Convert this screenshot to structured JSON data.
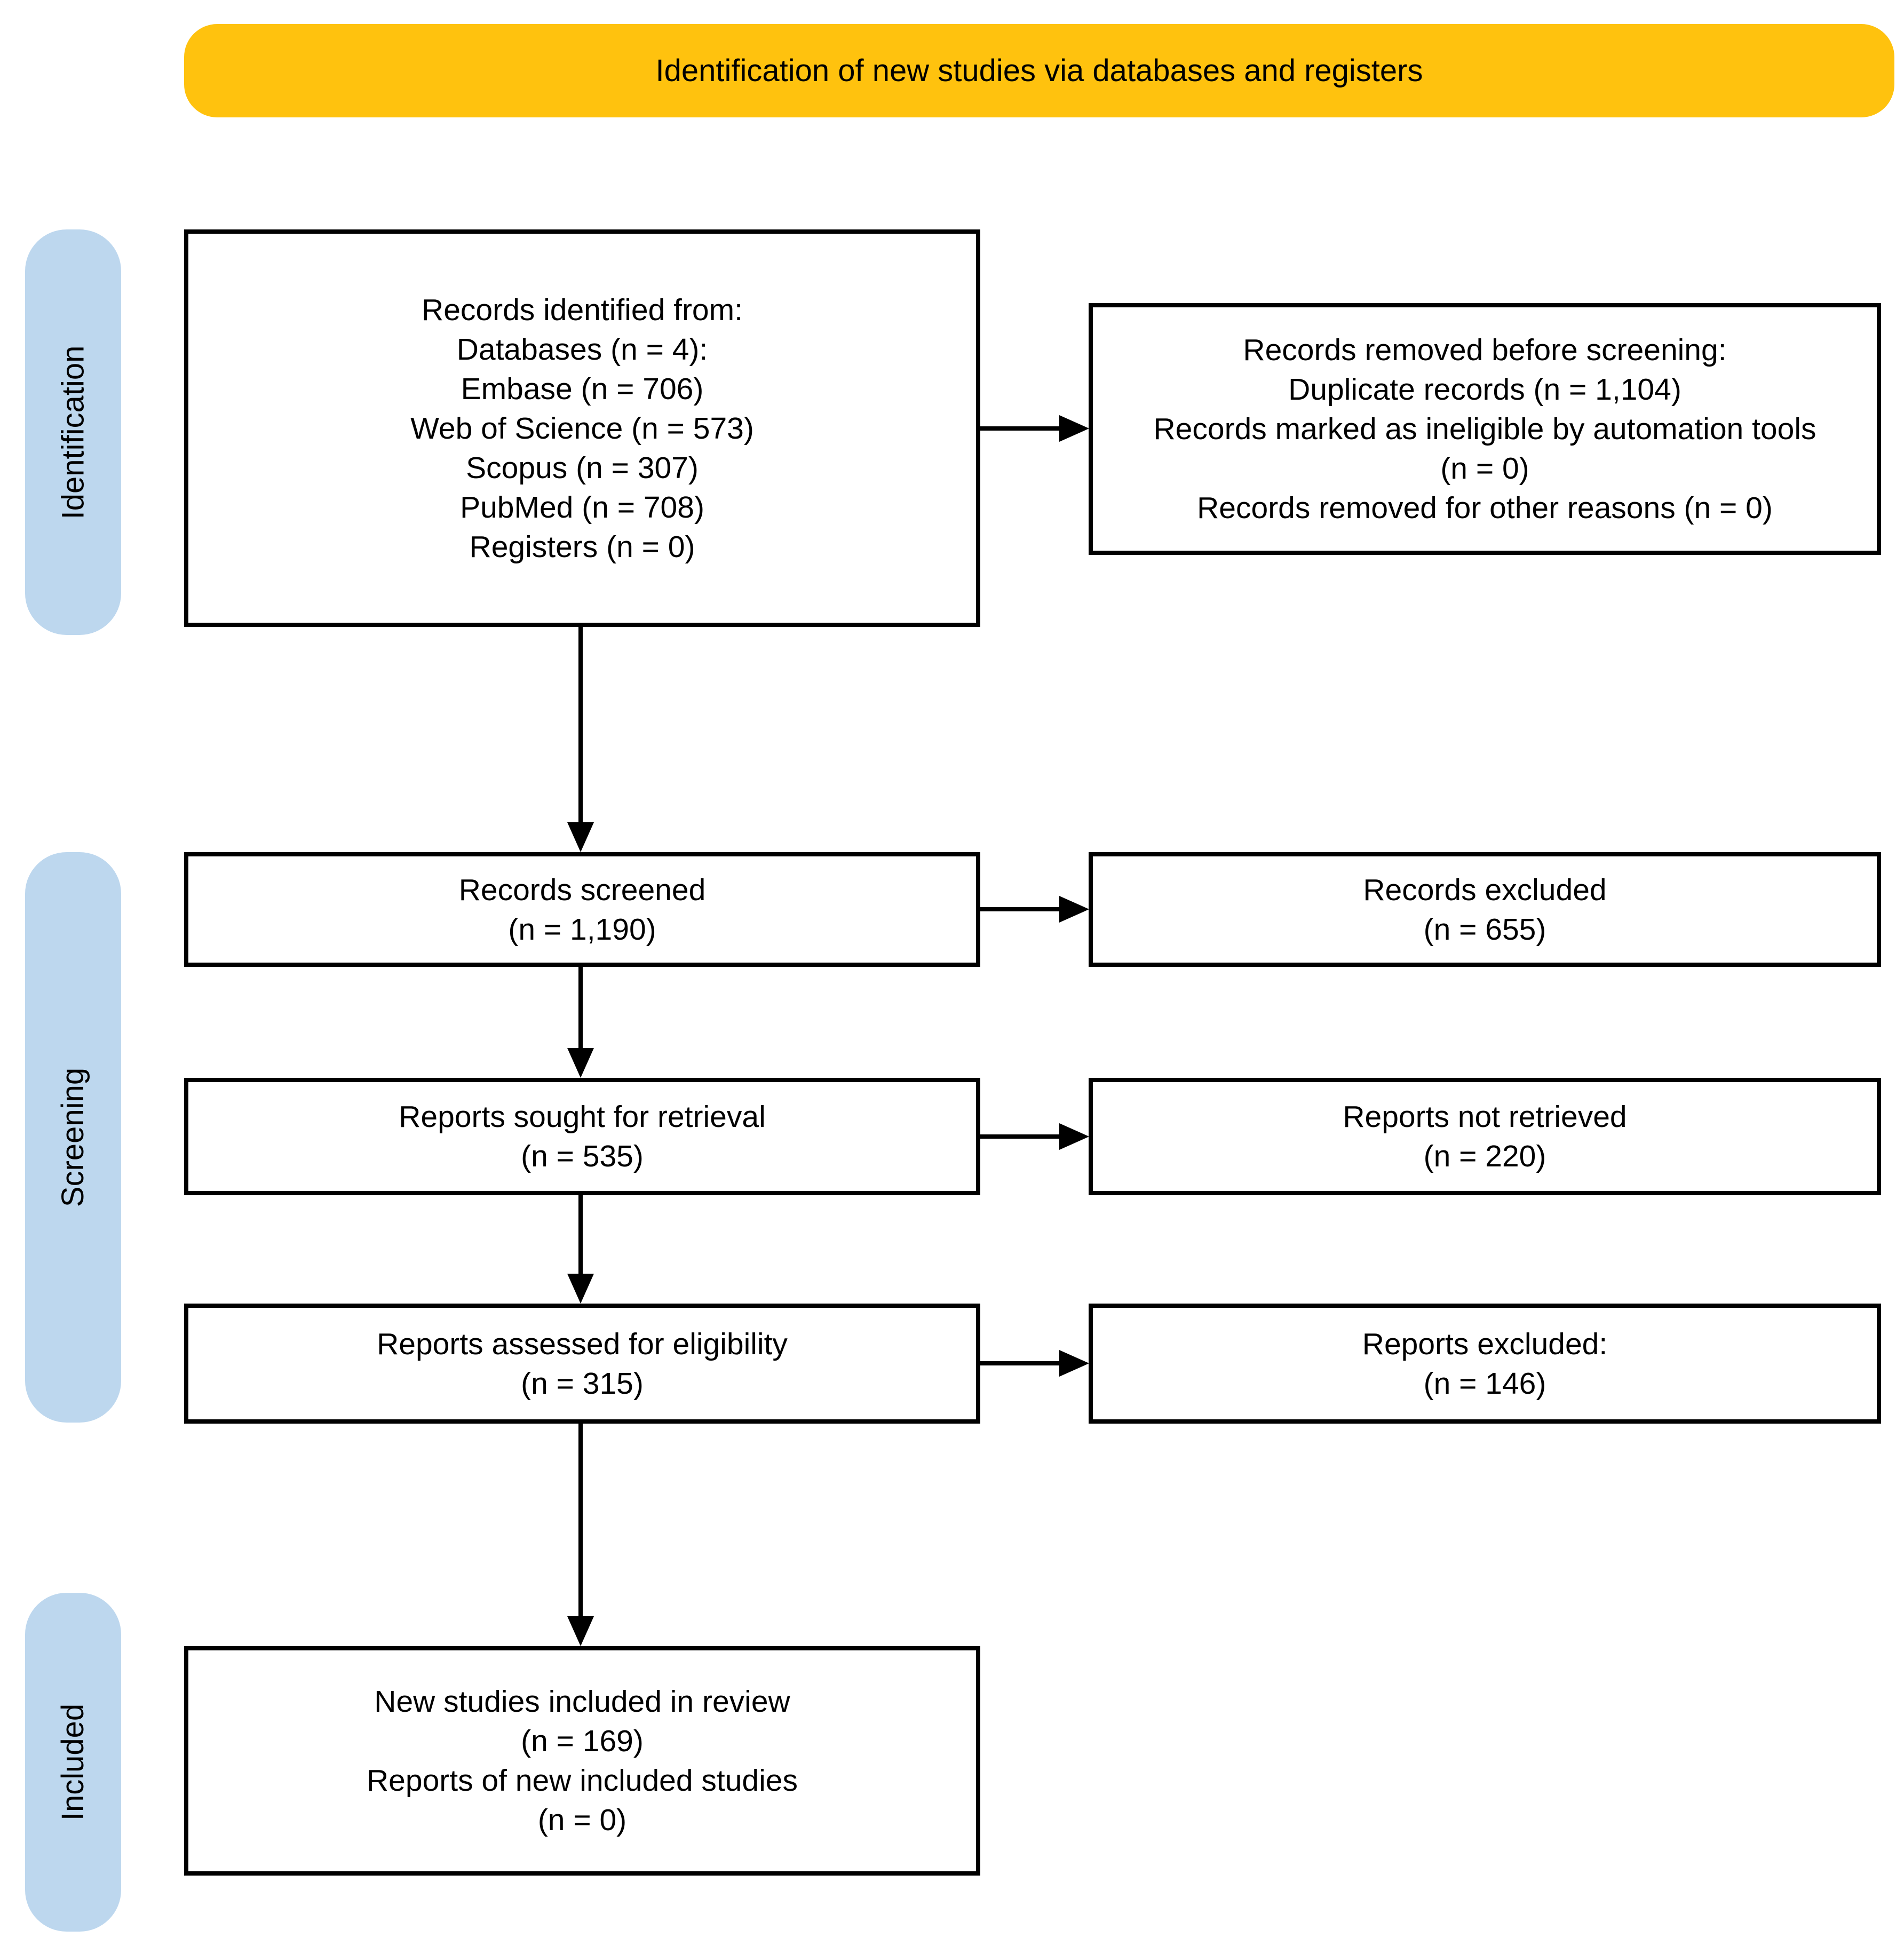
{
  "banner": {
    "label": "Identification of new studies via databases and registers"
  },
  "stages": [
    {
      "label": "Identification"
    },
    {
      "label": "Screening"
    },
    {
      "label": "Included"
    }
  ],
  "flow": {
    "identified": {
      "lines": [
        "Records identified from:",
        "Databases (n = 4):",
        "Embase (n = 706)",
        "Web of Science (n = 573)",
        "Scopus (n = 307)",
        "PubMed (n = 708)",
        "Registers (n = 0)"
      ]
    },
    "removed_before_screening": {
      "lines": [
        "Records removed before screening:",
        "Duplicate records (n = 1,104)",
        "Records marked as ineligible by automation tools (n = 0)",
        "Records removed for other reasons (n = 0)"
      ]
    },
    "screened": {
      "lines": [
        "Records screened",
        "(n = 1,190)"
      ]
    },
    "records_excluded": {
      "lines": [
        "Records excluded",
        "(n = 655)"
      ]
    },
    "sought_for_retrieval": {
      "lines": [
        "Reports sought for retrieval",
        "(n = 535)"
      ]
    },
    "not_retrieved": {
      "lines": [
        "Reports not retrieved",
        "(n = 220)"
      ]
    },
    "assessed_for_eligibility": {
      "lines": [
        "Reports assessed for eligibility",
        "(n = 315)"
      ]
    },
    "reports_excluded": {
      "lines": [
        "Reports excluded:",
        "(n = 146)"
      ]
    },
    "new_studies_included": {
      "lines": [
        "New studies included in review",
        "(n = 169)",
        "Reports of new included studies",
        "(n = 0)"
      ]
    }
  },
  "colors": {
    "banner_bg": "#FFC20E",
    "stage_bg": "#BDD7EE",
    "box_border": "#000000",
    "text": "#000000",
    "background": "#FFFFFF"
  }
}
